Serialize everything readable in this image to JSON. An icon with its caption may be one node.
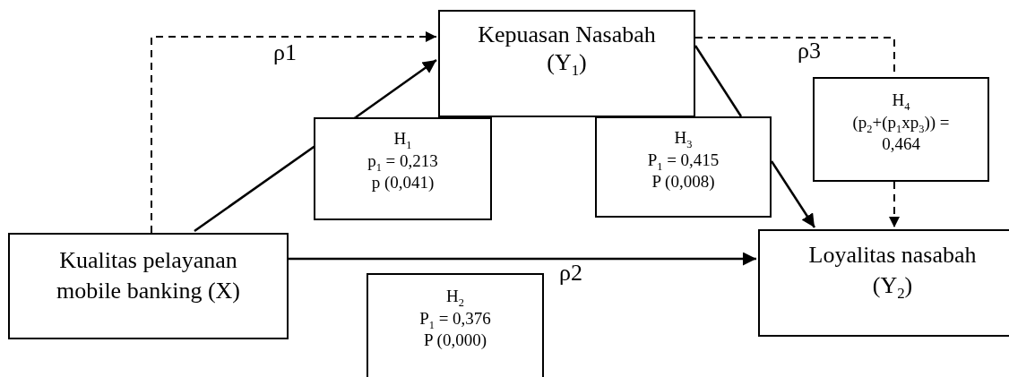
{
  "diagram": {
    "nodes": [
      {
        "text": [
          "Kepuasan Nasabah (Y$_{1}$)"
        ]
      },
      {
        "text": [
          "H$_{1}$",
          "p$_{1}$ = 0,213",
          "p (0,041)"
        ]
      },
      {
        "text": [
          "H$_{3}$",
          "P$_{1}$ = 0,415",
          "P (0,008)"
        ]
      },
      {
        "text": [
          "H$_{4}$",
          "(p$_{2}$+(p$_{1}$xp$_{3}$)) = 0,464"
        ]
      },
      {
        "text": [
          "Kualitas pelayanan mobile banking (X)"
        ]
      },
      {
        "text": [
          "Loyalitas nasabah (Y$_{2}$)"
        ]
      },
      {
        "text": [
          "H$_{2}$",
          "P$_{1}$ = 0,376",
          "P (0,000)"
        ]
      }
    ],
    "edges": [
      {
        "from": 4,
        "to": 0,
        "arrow": "to",
        "style": "dashed",
        "label": "ρ1"
      },
      {
        "from": 4,
        "to": 1,
        "arrow": "none"
      },
      {
        "from": 1,
        "to": 0,
        "arrow": "to"
      },
      {
        "from": 0,
        "to": 2,
        "arrow": "none"
      },
      {
        "from": 2,
        "to": 5,
        "arrow": "to"
      },
      {
        "from": 4,
        "to": 5,
        "arrow": "to",
        "label": "ρ2"
      },
      {
        "from": 0,
        "to": 3,
        "arrow": "none",
        "style": "dashed",
        "label": "ρ3"
      },
      {
        "from": 3,
        "to": 5,
        "arrow": "to",
        "style": "dashed"
      }
    ]
  }
}
